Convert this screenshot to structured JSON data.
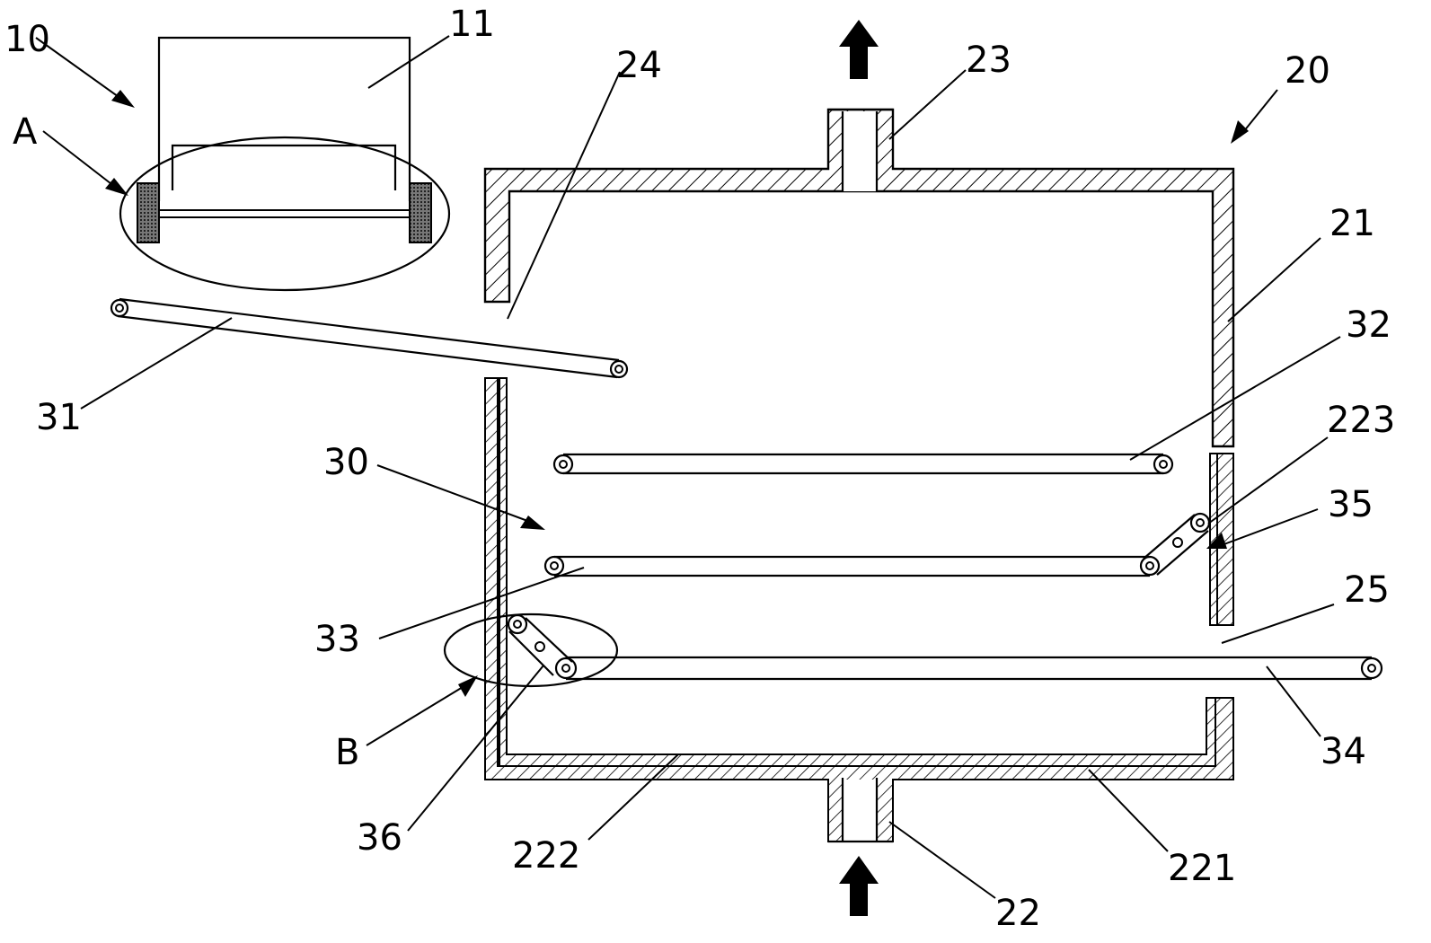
{
  "labels": {
    "l10": "10",
    "l11": "11",
    "lA": "A",
    "l24": "24",
    "l23": "23",
    "l20": "20",
    "l21": "21",
    "l32": "32",
    "l223": "223",
    "l35": "35",
    "l25": "25",
    "l31": "31",
    "l30": "30",
    "l33": "33",
    "lB": "B",
    "l36": "36",
    "l34": "34",
    "l222": "222",
    "l221": "221",
    "l22": "22"
  }
}
